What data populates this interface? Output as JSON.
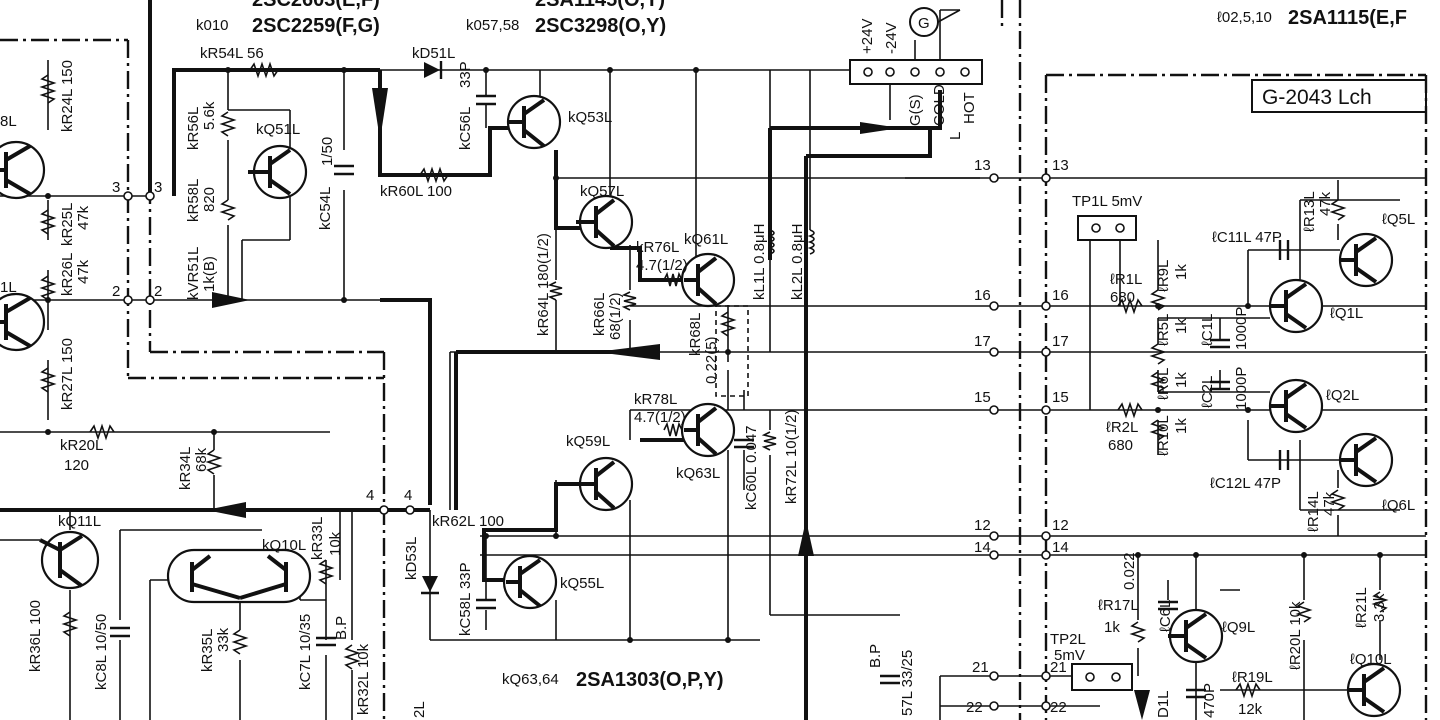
{
  "header": {
    "line1_left": "2SC2603(E,F)",
    "line1_mid": "2SA1145(O,Y)",
    "line2_left_ref": "k010",
    "line2_left": "2SC2259(F,G)",
    "line2_mid_ref": "k057,58",
    "line2_mid": "2SC3298(O,Y)",
    "right_ref": "ℓ02,5,10",
    "right_part": "2SA1115(E,F"
  },
  "board_label": "G-2043 Lch",
  "power": {
    "plus": "+24V",
    "minus": "-24V",
    "ground": "G"
  },
  "connector_labels": {
    "gs": "G(S)",
    "cold": "COLD",
    "l": "L",
    "hot": "HOT"
  },
  "bottom_part": {
    "ref": "kQ63,64",
    "name": "2SA1303(O,P,Y)"
  },
  "labels": [
    {
      "id": "r54",
      "text": "kR54L 56"
    },
    {
      "id": "d51",
      "text": "kD51L"
    },
    {
      "id": "c56p",
      "text": "33P"
    },
    {
      "id": "c56",
      "text": "kC56L"
    },
    {
      "id": "q53",
      "text": "kQ53L"
    },
    {
      "id": "r56",
      "text": "kR56L"
    },
    {
      "id": "r56v",
      "text": "5.6k"
    },
    {
      "id": "q51",
      "text": "kQ51L"
    },
    {
      "id": "c54",
      "text": "kC54L"
    },
    {
      "id": "c54v",
      "text": "1/50"
    },
    {
      "id": "r58",
      "text": "kR58L"
    },
    {
      "id": "r58v",
      "text": "820"
    },
    {
      "id": "vr51",
      "text": "kVR51L"
    },
    {
      "id": "vr51v",
      "text": "1k(B)"
    },
    {
      "id": "r60",
      "text": "kR60L 100"
    },
    {
      "id": "r24",
      "text": "kR24L 150"
    },
    {
      "id": "r25",
      "text": "kR25L"
    },
    {
      "id": "r25v",
      "text": "47k"
    },
    {
      "id": "r26",
      "text": "kR26L"
    },
    {
      "id": "r26v",
      "text": "47k"
    },
    {
      "id": "r27",
      "text": "kR27L 150"
    },
    {
      "id": "r20",
      "text": "kR20L"
    },
    {
      "id": "r20v",
      "text": "120"
    },
    {
      "id": "q57",
      "text": "kQ57L"
    },
    {
      "id": "r64",
      "text": "kR64L 180(1/2)"
    },
    {
      "id": "r76",
      "text": "kR76L"
    },
    {
      "id": "r76v",
      "text": "4.7(1/2)"
    },
    {
      "id": "q61",
      "text": "kQ61L"
    },
    {
      "id": "l1",
      "text": "kL1L 0.8μH"
    },
    {
      "id": "l2",
      "text": "kL2L 0.8μH"
    },
    {
      "id": "r66",
      "text": "kR66L"
    },
    {
      "id": "r66v",
      "text": "68(1/2)"
    },
    {
      "id": "r68",
      "text": "kR68L"
    },
    {
      "id": "r68v",
      "text": "0.22(5)"
    },
    {
      "id": "r78",
      "text": "kR78L"
    },
    {
      "id": "r78v",
      "text": "4.7(1/2)"
    },
    {
      "id": "q59",
      "text": "kQ59L"
    },
    {
      "id": "q63",
      "text": "kQ63L"
    },
    {
      "id": "c60",
      "text": "kC60L 0.047"
    },
    {
      "id": "r72",
      "text": "kR72L 10(1/2)"
    },
    {
      "id": "r34",
      "text": "kR34L"
    },
    {
      "id": "r34v",
      "text": "68k"
    },
    {
      "id": "q11",
      "text": "kQ11L"
    },
    {
      "id": "q10",
      "text": "kQ10L"
    },
    {
      "id": "r33",
      "text": "kR33L"
    },
    {
      "id": "r33v",
      "text": "10k"
    },
    {
      "id": "r62",
      "text": "kR62L 100"
    },
    {
      "id": "d53",
      "text": "kD53L"
    },
    {
      "id": "c58",
      "text": "kC58L 33P"
    },
    {
      "id": "q55",
      "text": "kQ55L"
    },
    {
      "id": "r36",
      "text": "kR36L 100"
    },
    {
      "id": "c8",
      "text": "kC8L 10/50"
    },
    {
      "id": "r35",
      "text": "kR35L"
    },
    {
      "id": "r35v",
      "text": "33k"
    },
    {
      "id": "c7",
      "text": "kC7L 10/35"
    },
    {
      "id": "bp1",
      "text": "B.P"
    },
    {
      "id": "r32",
      "text": "kR32L 10k"
    },
    {
      "id": "bp2",
      "text": "B.P"
    },
    {
      "id": "c57",
      "text": "57L 33/25"
    },
    {
      "id": "tp1",
      "text": "TP1L 5mV"
    },
    {
      "id": "r13",
      "text": "ℓR13L"
    },
    {
      "id": "r13v",
      "text": "47k"
    },
    {
      "id": "q5",
      "text": "ℓQ5L"
    },
    {
      "id": "c11",
      "text": "ℓC11L 47P"
    },
    {
      "id": "r1",
      "text": "ℓR1L"
    },
    {
      "id": "r1v",
      "text": "680"
    },
    {
      "id": "r9",
      "text": "ℓR9L"
    },
    {
      "id": "r9v",
      "text": "1k"
    },
    {
      "id": "q1",
      "text": "ℓQ1L"
    },
    {
      "id": "r5",
      "text": "ℓR5L"
    },
    {
      "id": "r5v",
      "text": "1k"
    },
    {
      "id": "c1",
      "text": "ℓC1L"
    },
    {
      "id": "c1v",
      "text": "1000P"
    },
    {
      "id": "r6",
      "text": "ℓR6L"
    },
    {
      "id": "r6v",
      "text": "1k"
    },
    {
      "id": "c2",
      "text": "ℓC2L"
    },
    {
      "id": "c2v",
      "text": "1000P"
    },
    {
      "id": "q2",
      "text": "ℓQ2L"
    },
    {
      "id": "r2",
      "text": "ℓR2L"
    },
    {
      "id": "r2v",
      "text": "680"
    },
    {
      "id": "r10",
      "text": "ℓR10L"
    },
    {
      "id": "r10v",
      "text": "1k"
    },
    {
      "id": "c12",
      "text": "ℓC12L 47P"
    },
    {
      "id": "q6",
      "text": "ℓQ6L"
    },
    {
      "id": "r14",
      "text": "ℓR14L"
    },
    {
      "id": "r14v",
      "text": "47k"
    },
    {
      "id": "c6v",
      "text": "0.022"
    },
    {
      "id": "r17",
      "text": "ℓR17L"
    },
    {
      "id": "r17v",
      "text": "1k"
    },
    {
      "id": "c6",
      "text": "ℓC6L"
    },
    {
      "id": "q9",
      "text": "ℓQ9L"
    },
    {
      "id": "r20r",
      "text": "ℓR20L 10k"
    },
    {
      "id": "r21",
      "text": "ℓR21L"
    },
    {
      "id": "r21v",
      "text": "3.3k"
    },
    {
      "id": "q10r",
      "text": "ℓQ10L"
    },
    {
      "id": "tp2",
      "text": "TP2L"
    },
    {
      "id": "tp2v",
      "text": "5mV"
    },
    {
      "id": "r19",
      "text": "ℓR19L"
    },
    {
      "id": "r19v",
      "text": "12k"
    },
    {
      "id": "c470",
      "text": "470P"
    },
    {
      "id": "d1",
      "text": "D1L"
    },
    {
      "id": "l8",
      "text": "8L"
    },
    {
      "id": "l1l",
      "text": "1L"
    },
    {
      "id": "l2l",
      "text": "2L"
    }
  ],
  "node_numbers": [
    "3",
    "3",
    "2",
    "2",
    "4",
    "4",
    "13",
    "13",
    "16",
    "16",
    "17",
    "17",
    "15",
    "15",
    "12",
    "12",
    "14",
    "14",
    "21",
    "21",
    "22",
    "22"
  ]
}
